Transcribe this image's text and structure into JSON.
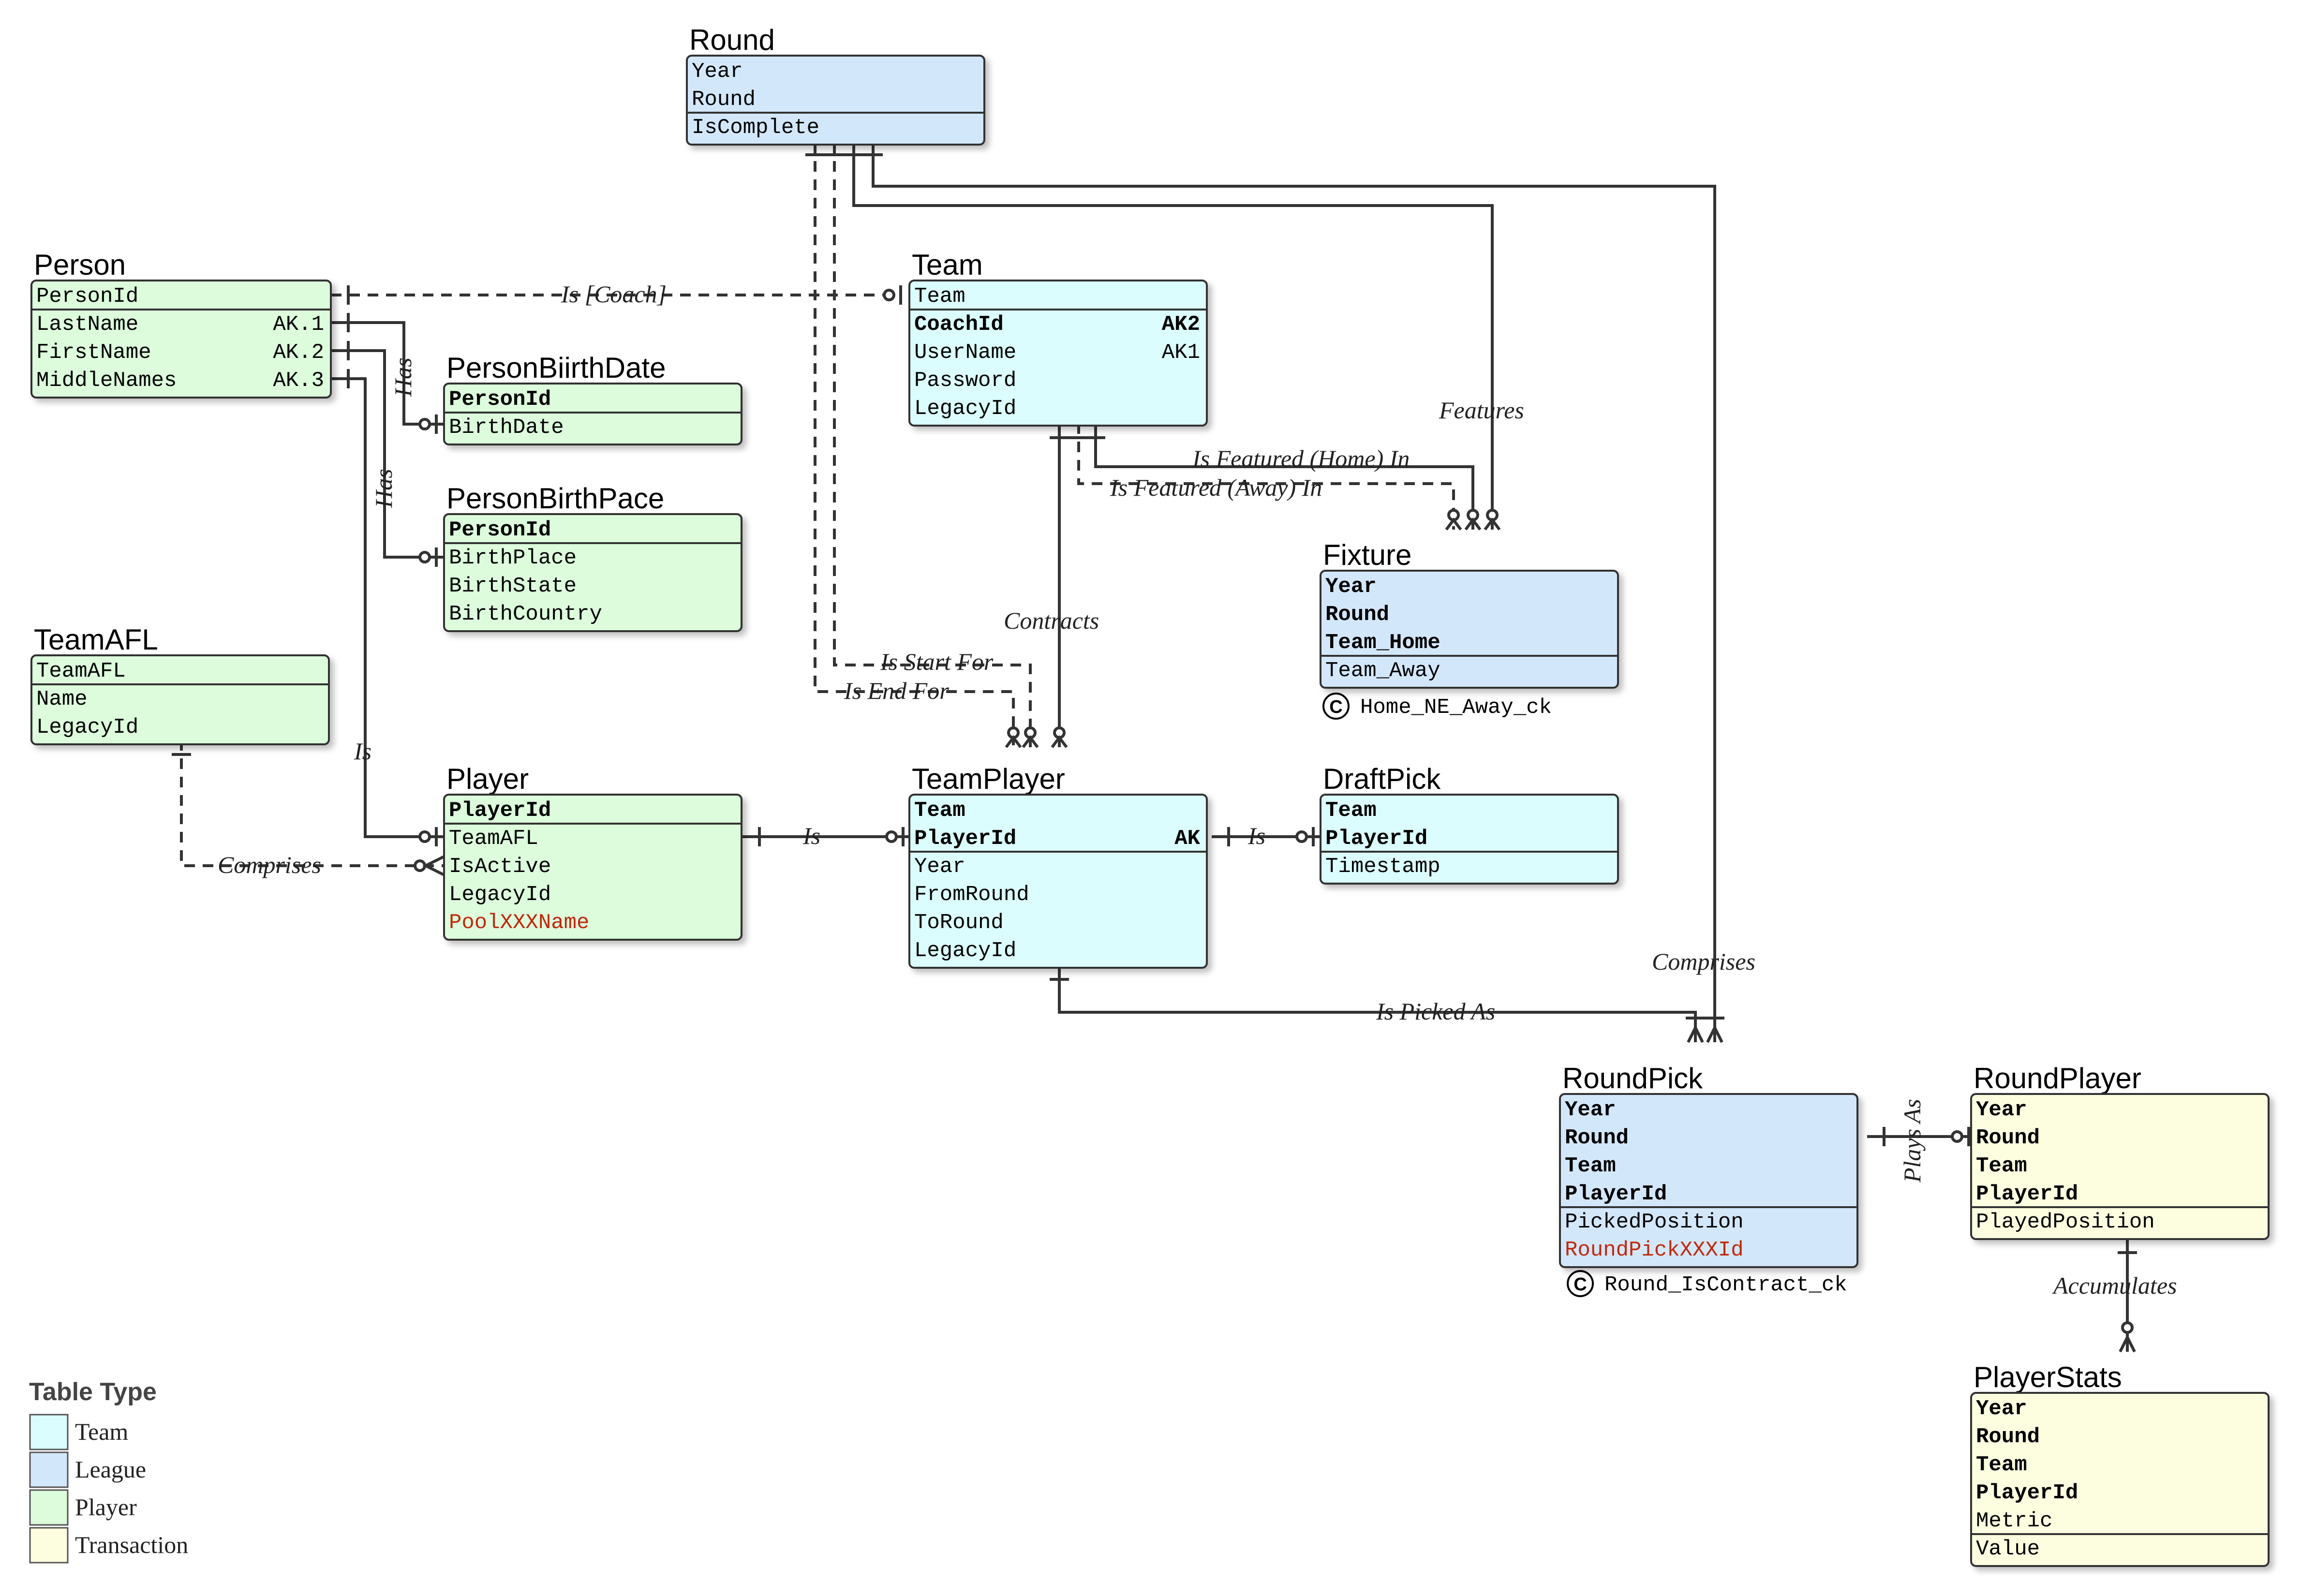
{
  "colors": {
    "Team": "#dbfdfd",
    "League": "#d3e7fb",
    "Player": "#dcfcdc",
    "Transaction": "#fdfde0",
    "fk_red": "#c0280a"
  },
  "entities": [
    {
      "id": "Round",
      "title": "Round",
      "type": "League",
      "fields": [
        {
          "name": "Year"
        },
        {
          "name": "Round"
        },
        {
          "name": "IsComplete",
          "sep": true
        }
      ]
    },
    {
      "id": "Person",
      "title": "Person",
      "type": "Player",
      "fields": [
        {
          "name": "PersonId"
        },
        {
          "name": "LastName",
          "ak": "AK.1",
          "sep": true
        },
        {
          "name": "FirstName",
          "ak": "AK.2"
        },
        {
          "name": "MiddleNames",
          "ak": "AK.3"
        }
      ]
    },
    {
      "id": "Team",
      "title": "Team",
      "type": "Team",
      "fields": [
        {
          "name": "Team"
        },
        {
          "name": "CoachId",
          "ak": "AK2",
          "bold": true,
          "sep": true
        },
        {
          "name": "UserName",
          "ak": "AK1"
        },
        {
          "name": "Password"
        },
        {
          "name": "LegacyId"
        }
      ]
    },
    {
      "id": "PersonBiirthDate",
      "title": "PersonBiirthDate",
      "type": "Player",
      "fields": [
        {
          "name": "PersonId",
          "bold": true
        },
        {
          "name": "BirthDate",
          "sep": true
        }
      ]
    },
    {
      "id": "PersonBirthPace",
      "title": "PersonBirthPace",
      "type": "Player",
      "fields": [
        {
          "name": "PersonId",
          "bold": true
        },
        {
          "name": "BirthPlace",
          "sep": true
        },
        {
          "name": "BirthState"
        },
        {
          "name": "BirthCountry"
        }
      ]
    },
    {
      "id": "Fixture",
      "title": "Fixture",
      "type": "League",
      "fields": [
        {
          "name": "Year",
          "bold": true
        },
        {
          "name": "Round",
          "bold": true
        },
        {
          "name": "Team_Home",
          "bold": true
        },
        {
          "name": "Team_Away",
          "sep": true
        }
      ]
    },
    {
      "id": "TeamAFL",
      "title": "TeamAFL",
      "type": "Player",
      "fields": [
        {
          "name": "TeamAFL"
        },
        {
          "name": "Name",
          "sep": true
        },
        {
          "name": "LegacyId"
        }
      ]
    },
    {
      "id": "Player",
      "title": "Player",
      "type": "Player",
      "fields": [
        {
          "name": "PlayerId",
          "bold": true
        },
        {
          "name": "TeamAFL",
          "sep": true
        },
        {
          "name": "IsActive"
        },
        {
          "name": "LegacyId"
        },
        {
          "name": "PoolXXXName",
          "red": true
        }
      ]
    },
    {
      "id": "TeamPlayer",
      "title": "TeamPlayer",
      "type": "Team",
      "fields": [
        {
          "name": "Team",
          "bold": true
        },
        {
          "name": "PlayerId",
          "ak": "AK",
          "bold": true
        },
        {
          "name": "Year",
          "sep": true
        },
        {
          "name": "FromRound"
        },
        {
          "name": "ToRound"
        },
        {
          "name": "LegacyId"
        }
      ]
    },
    {
      "id": "DraftPick",
      "title": "DraftPick",
      "type": "Team",
      "fields": [
        {
          "name": "Team",
          "bold": true
        },
        {
          "name": "PlayerId",
          "bold": true
        },
        {
          "name": "Timestamp",
          "sep": true
        }
      ]
    },
    {
      "id": "RoundPick",
      "title": "RoundPick",
      "type": "League",
      "fields": [
        {
          "name": "Year",
          "bold": true
        },
        {
          "name": "Round",
          "bold": true
        },
        {
          "name": "Team",
          "bold": true
        },
        {
          "name": "PlayerId",
          "bold": true
        },
        {
          "name": "PickedPosition",
          "sep": true
        },
        {
          "name": "RoundPickXXXId",
          "red": true
        }
      ]
    },
    {
      "id": "RoundPlayer",
      "title": "RoundPlayer",
      "type": "Transaction",
      "fields": [
        {
          "name": "Year",
          "bold": true
        },
        {
          "name": "Round",
          "bold": true
        },
        {
          "name": "Team",
          "bold": true
        },
        {
          "name": "PlayerId",
          "bold": true
        },
        {
          "name": "PlayedPosition",
          "sep": true
        }
      ]
    },
    {
      "id": "PlayerStats",
      "title": "PlayerStats",
      "type": "Transaction",
      "fields": [
        {
          "name": "Year",
          "bold": true
        },
        {
          "name": "Round",
          "bold": true
        },
        {
          "name": "Team",
          "bold": true
        },
        {
          "name": "PlayerId",
          "bold": true
        },
        {
          "name": "Metric"
        },
        {
          "name": "Value",
          "sep": true
        }
      ]
    }
  ],
  "relationship_labels": {
    "is_coach": "Is [Coach]",
    "has_birthdate": "Has",
    "has_birthplace": "Has",
    "features": "Features",
    "featured_home": "Is Featured (Home) In",
    "featured_away": "Is Featured (Away) In",
    "contracts": "Contracts",
    "start_for": "Is Start For",
    "end_for": "Is End For",
    "person_is_player": "Is",
    "comprises_afl": "Comprises",
    "player_is_teamplayer": "Is",
    "teamplayer_is_draftpick": "Is",
    "comprises_round": "Comprises",
    "picked_as": "Is Picked As",
    "plays_as": "Plays As",
    "accumulates": "Accumulates"
  },
  "check_constraints": {
    "fixture": "Home_NE_Away_ck",
    "roundpick": "Round_IsContract_ck",
    "symbol": "C"
  },
  "legend": {
    "title": "Table Type",
    "items": [
      {
        "label": "Team",
        "type": "Team"
      },
      {
        "label": "League",
        "type": "League"
      },
      {
        "label": "Player",
        "type": "Player"
      },
      {
        "label": "Transaction",
        "type": "Transaction"
      }
    ]
  }
}
